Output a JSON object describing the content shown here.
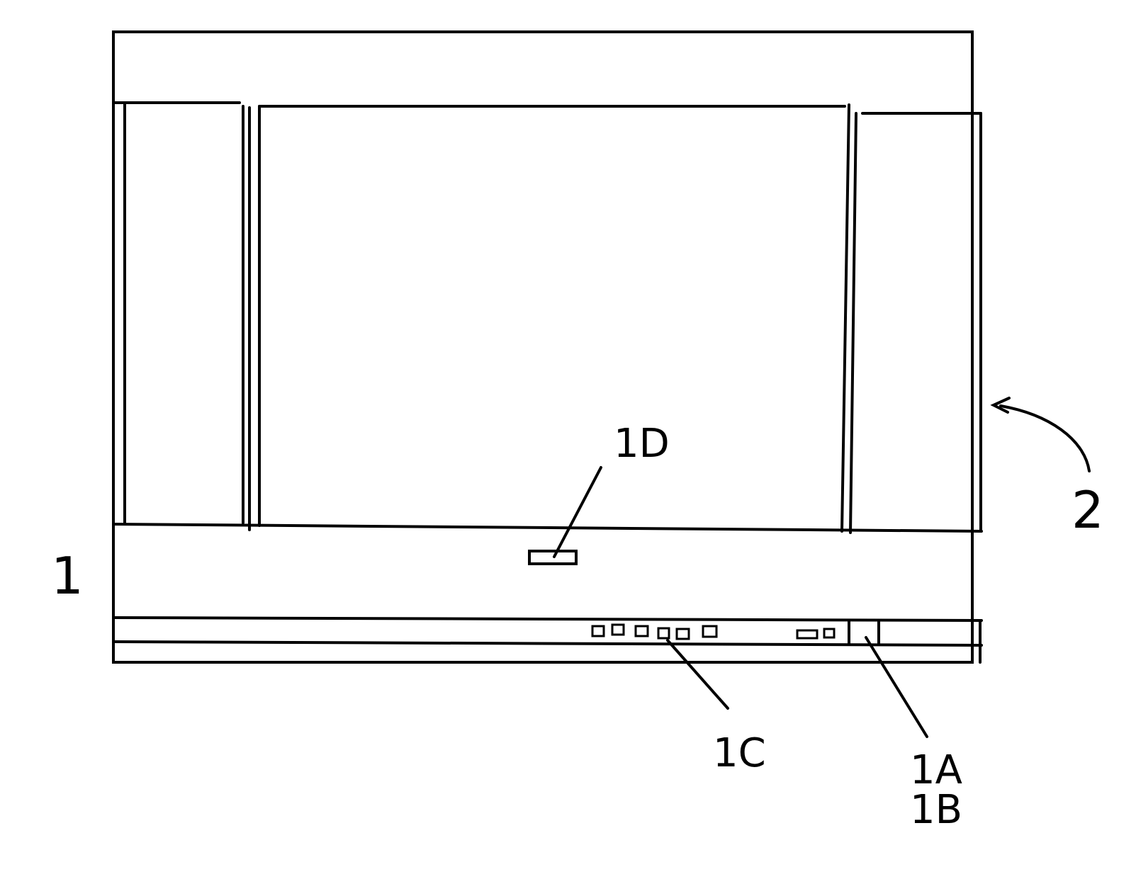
{
  "figure": {
    "labels": {
      "device": "1",
      "arrow_ref": "2",
      "button_1d": "1D",
      "icons_1c": "1C",
      "part_1a": "1A",
      "part_1b": "1B"
    },
    "colors": {
      "ink": "#000000",
      "paper": "#ffffff"
    },
    "icons": {
      "group_1c": [
        "square-icon",
        "square-icon",
        "square-icon",
        "square-icon",
        "square-icon",
        "square-icon"
      ],
      "group_mid": [
        "rectangle-icon",
        "square-icon"
      ]
    }
  }
}
